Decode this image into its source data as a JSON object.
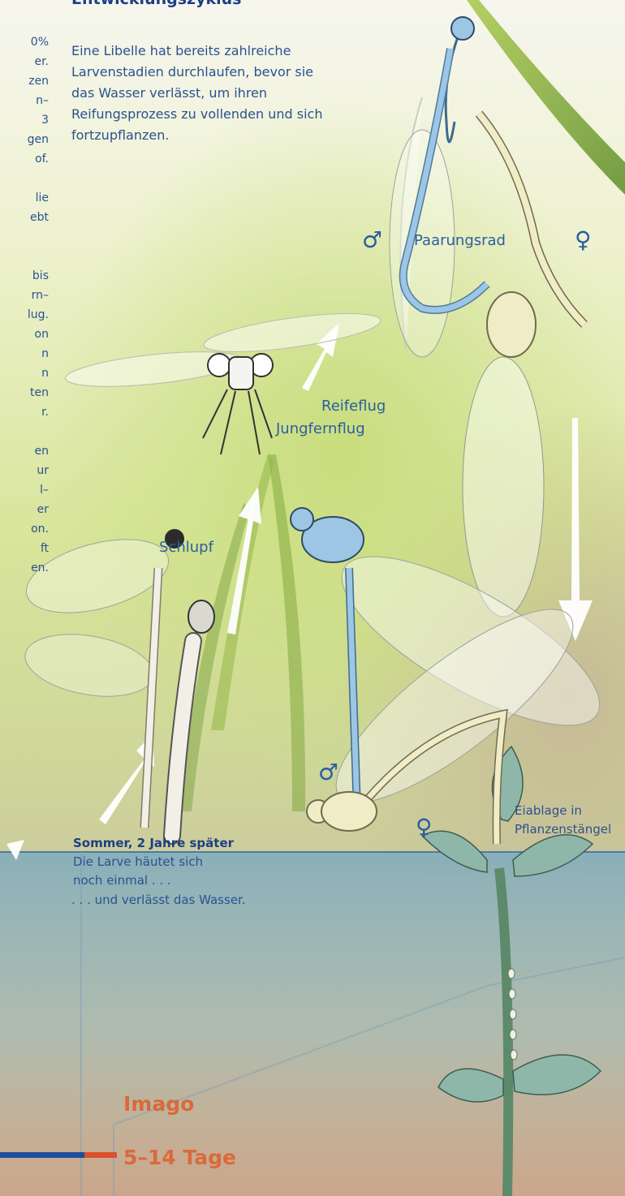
{
  "heading": "Entwicklungszyklus",
  "intro": "Eine Libelle hat bereits zahlreiche Larvenstadien durchlaufen, bevor sie das Wasser verlässt, um ihren Reifungsprozess zu vollenden und sich fortzupflanzen.",
  "left_column_fragments": [
    "0%",
    "er.",
    "zen",
    "n–",
    "3",
    "gen",
    "of.",
    "",
    "lie",
    "ebt",
    "",
    "",
    "bis",
    "rn–",
    "lug.",
    "on",
    "n",
    "n",
    "ten",
    "r.",
    "",
    "en",
    "ur",
    "l–",
    "er",
    "on.",
    "ft",
    "en."
  ],
  "labels": {
    "paarungsrad": "Paarungsrad",
    "reifeflug": "Reifeflug",
    "jungfernflug": "Jungfernflug",
    "schlupf": "Schlupf",
    "eiablage_line1": "Eiablage in",
    "eiablage_line2": "Pflanzenstängel",
    "male_symbol": "♂",
    "female_symbol": "♀"
  },
  "summer_note": {
    "title": "Sommer, 2 Jahre später",
    "line1": "Die Larve häutet sich",
    "line2": "noch einmal . . ."
  },
  "water_note": ". . . und verlässt das Wasser.",
  "stage": {
    "name": "Imago",
    "duration": "5–14 Tage"
  },
  "colors": {
    "heading": "#1d3f86",
    "body_text": "#2a5290",
    "stage_title": "#d96a3a",
    "water": "#8fb3be",
    "male_damselfly": "#9cc6e4",
    "female_damselfly": "#f0ecc6",
    "bar_blue": "#1d4f99",
    "bar_orange": "#d9502b"
  }
}
